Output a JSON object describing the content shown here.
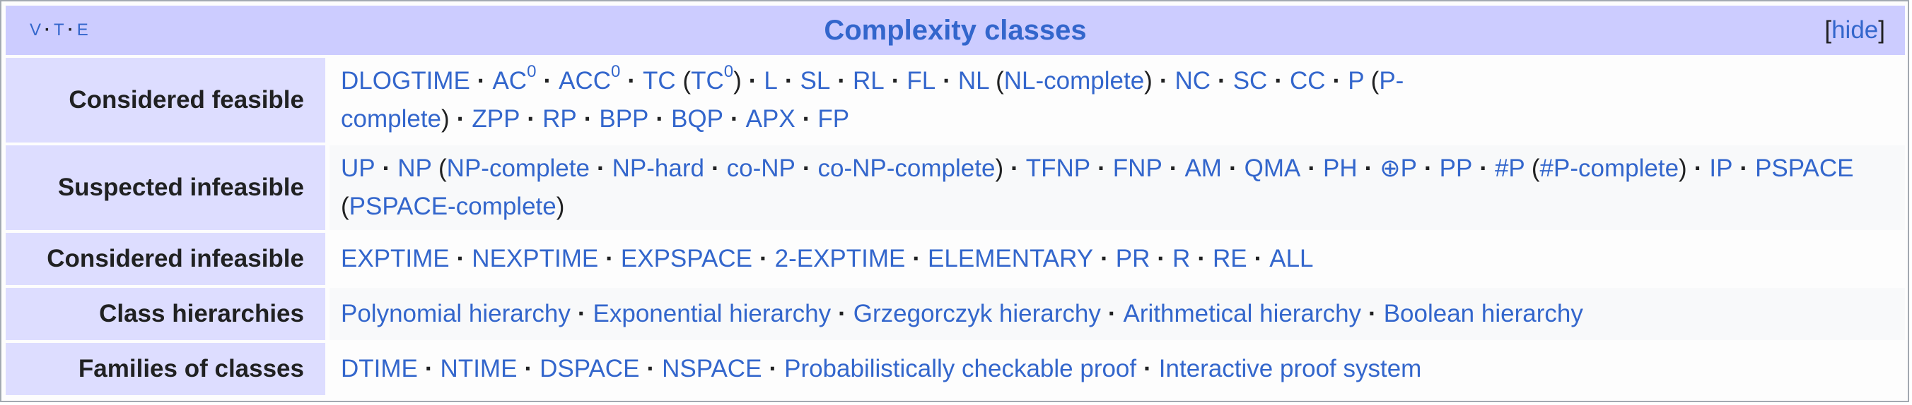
{
  "navbox": {
    "vte": [
      "V",
      "T",
      "E"
    ],
    "title": "Complexity classes",
    "hide_label": "hide"
  },
  "rows": {
    "feasible": {
      "label": "Considered feasible",
      "items": [
        "DLOGTIME",
        "AC",
        "0",
        "ACC",
        "0",
        "TC",
        "TC",
        "0",
        "L",
        "SL",
        "RL",
        "FL",
        "NL",
        "NL-complete",
        "NC",
        "SC",
        "CC",
        "P",
        "P-complete",
        "ZPP",
        "RP",
        "BPP",
        "BQP",
        "APX",
        "FP"
      ]
    },
    "suspected": {
      "label": "Suspected infeasible",
      "items": [
        "UP",
        "NP",
        "NP-complete",
        "NP-hard",
        "co-NP",
        "co-NP-complete",
        "TFNP",
        "FNP",
        "AM",
        "QMA",
        "PH",
        "⊕P",
        "PP",
        "#P",
        "#P-complete",
        "IP",
        "PSPACE",
        "PSPACE-complete"
      ]
    },
    "infeasible": {
      "label": "Considered infeasible",
      "items": [
        "EXPTIME",
        "NEXPTIME",
        "EXPSPACE",
        "2-EXPTIME",
        "ELEMENTARY",
        "PR",
        "R",
        "RE",
        "ALL"
      ]
    },
    "hierarchies": {
      "label": "Class hierarchies",
      "items": [
        "Polynomial hierarchy",
        "Exponential hierarchy",
        "Grzegorczyk hierarchy",
        "Arithmetical hierarchy",
        "Boolean hierarchy"
      ]
    },
    "families": {
      "label": "Families of classes",
      "items": [
        "DTIME",
        "NTIME",
        "DSPACE",
        "NSPACE",
        "Probabilistically checkable proof",
        "Interactive proof system"
      ]
    }
  }
}
